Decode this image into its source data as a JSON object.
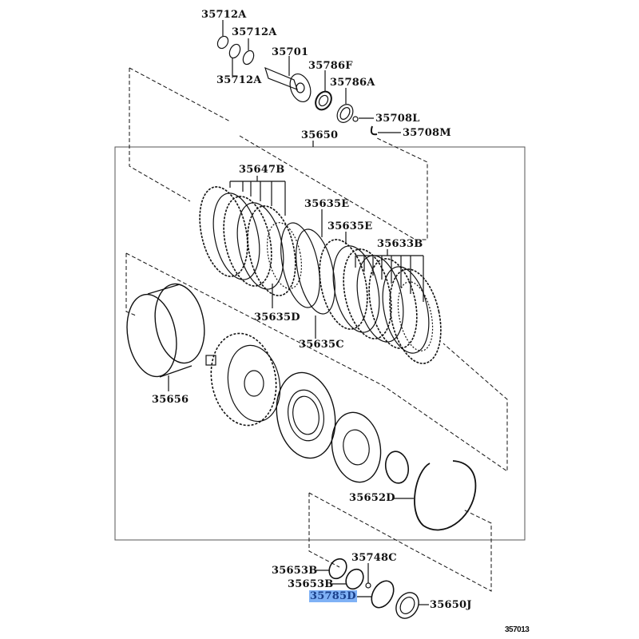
{
  "diagram": {
    "figure_number": "357013",
    "highlight_color": "#7fb1f5",
    "selected_part": "35785D",
    "parts": {
      "p35712A_1": "35712A",
      "p35712A_2": "35712A",
      "p35712A_3": "35712A",
      "p35701": "35701",
      "p35786F": "35786F",
      "p35786A": "35786A",
      "p35708L": "35708L",
      "p35708M": "35708M",
      "p35650": "35650",
      "p35647B": "35647B",
      "p35635E_1": "35635E",
      "p35635E_2": "35635E",
      "p35633B": "35633B",
      "p35635D": "35635D",
      "p35635C": "35635C",
      "p35656": "35656",
      "p35652D": "35652D",
      "p35748C": "35748C",
      "p35653B_1": "35653B",
      "p35653B_2": "35653B",
      "p35785D": "35785D",
      "p35650J": "35650J"
    }
  }
}
